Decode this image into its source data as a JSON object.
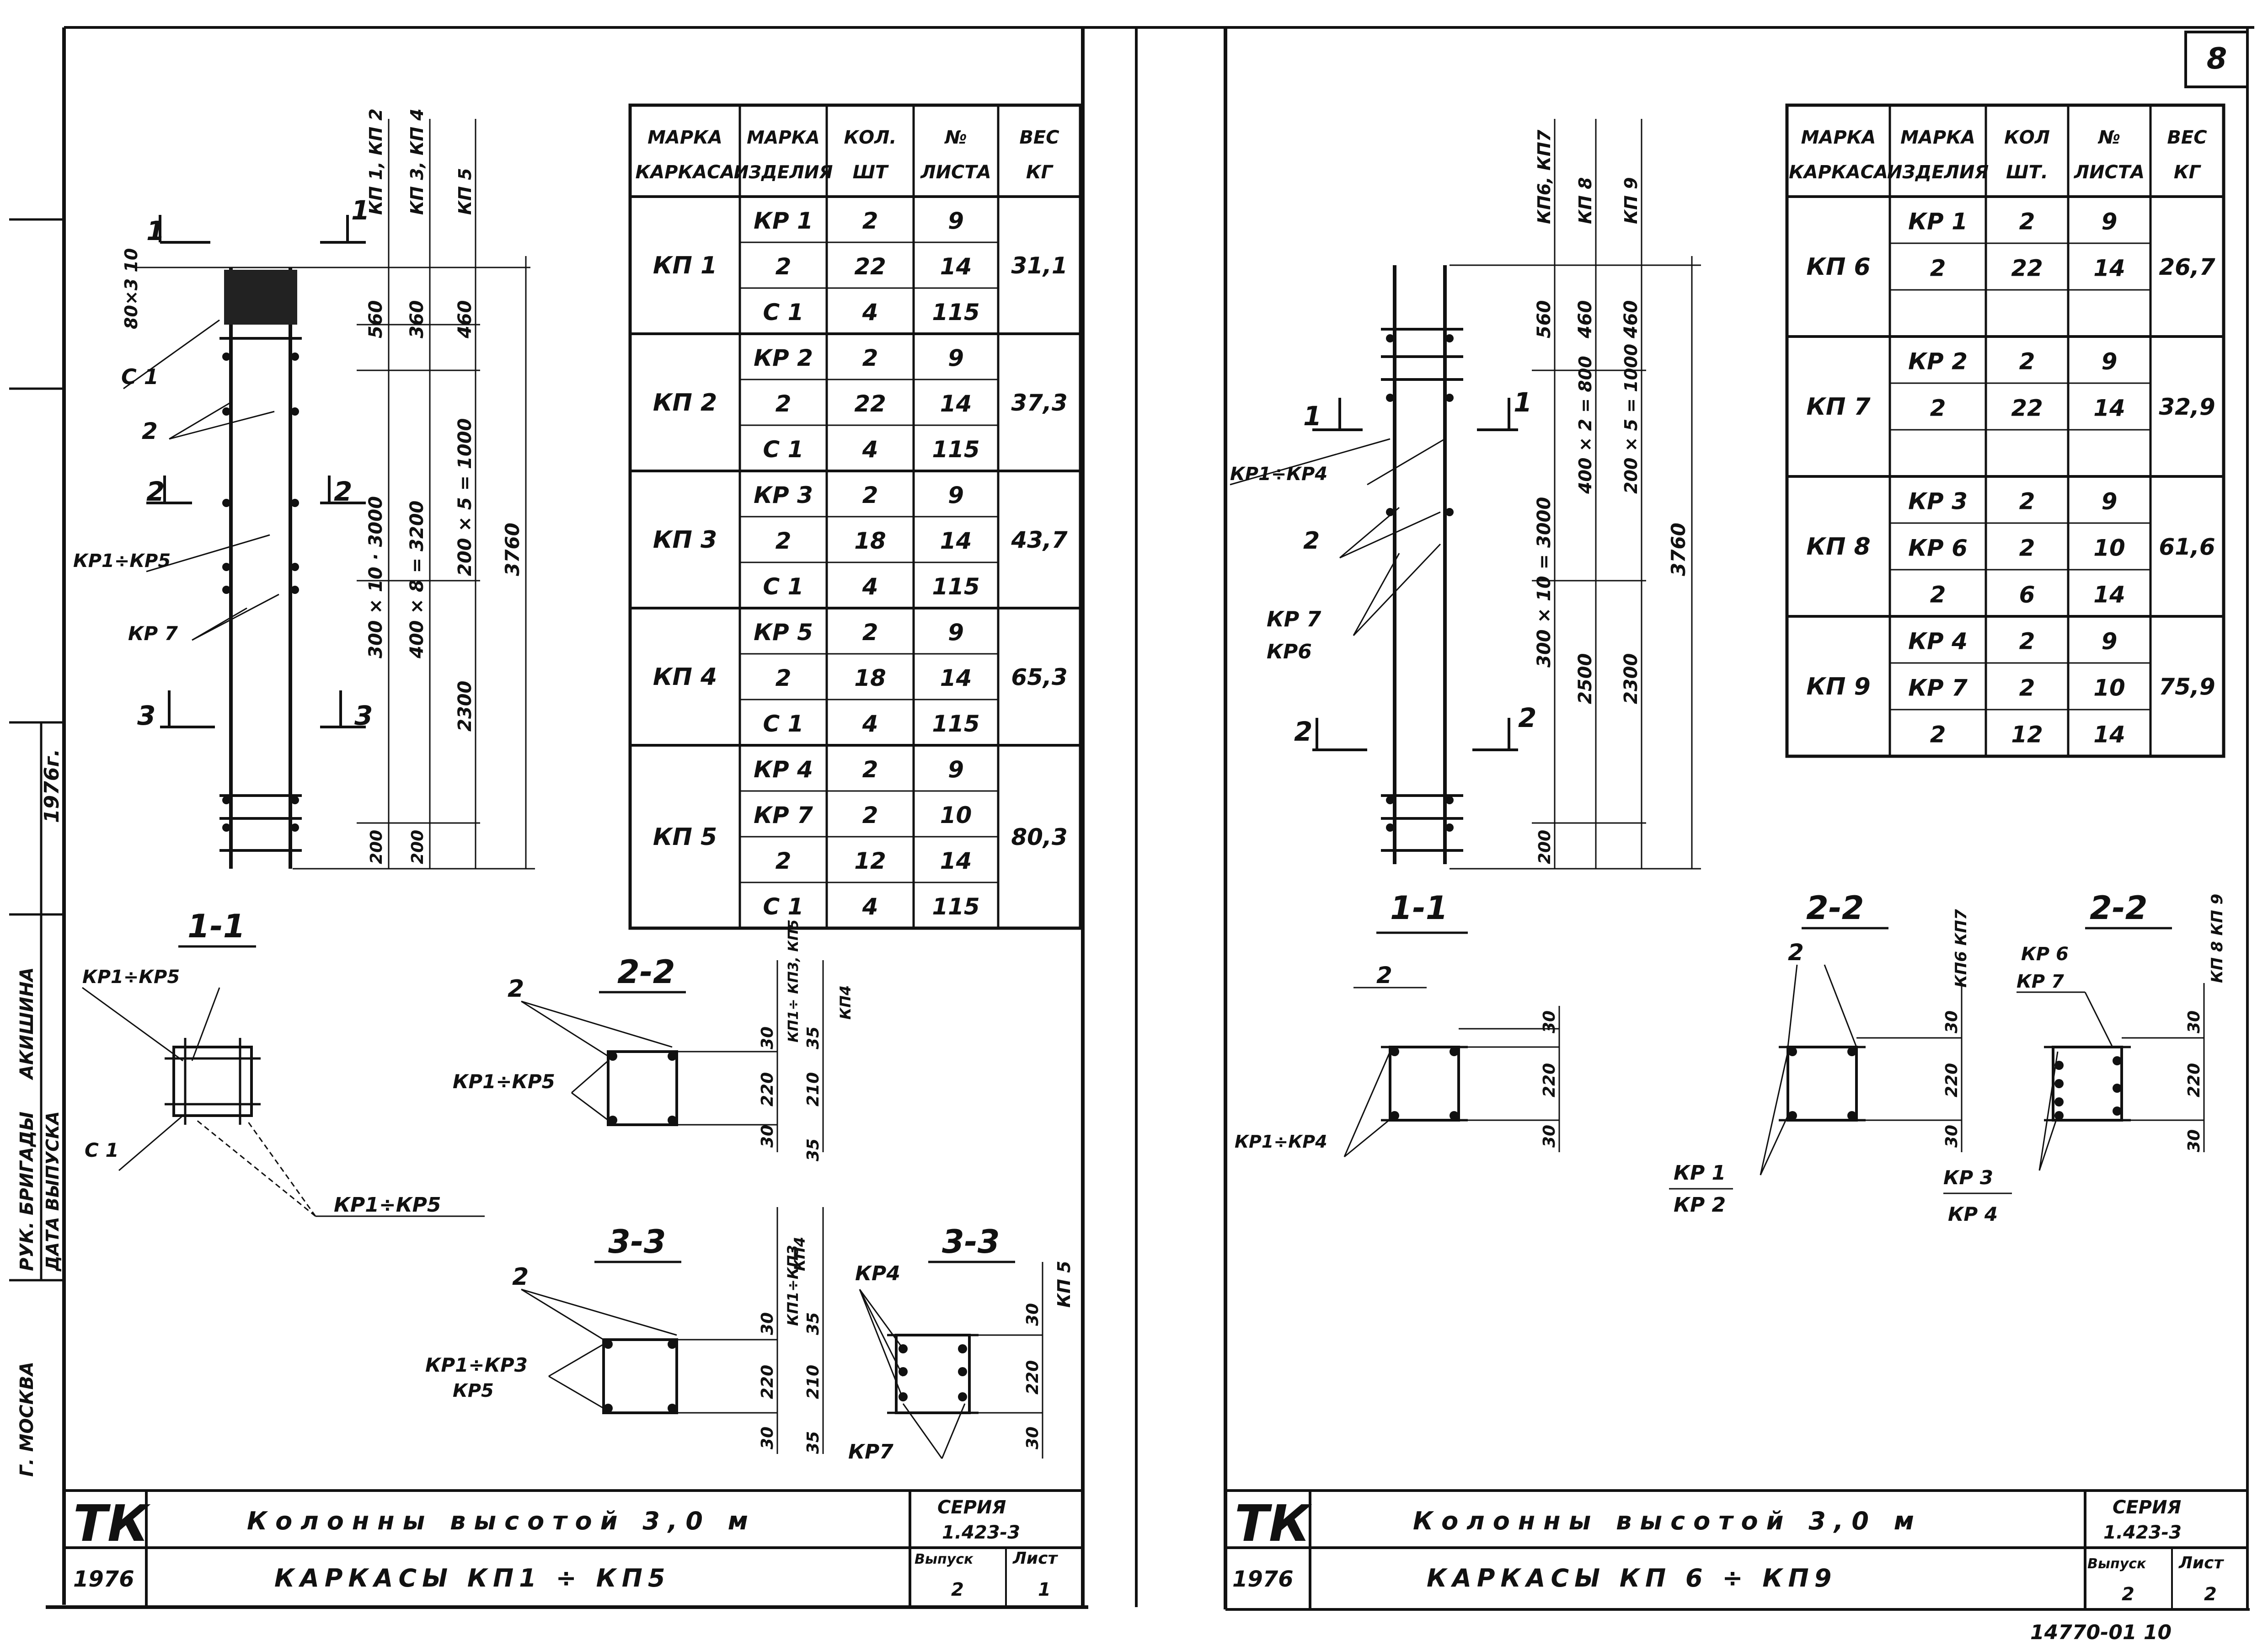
{
  "sheet_number": "8",
  "archive_number": "14770-01 10",
  "left_stamp": {
    "city": "Г. МОСКВА",
    "head_label": "РУК. БРИГАДЫ",
    "head_name": "АКИШИНА",
    "date_label": "ДАТА ВЫПУСКА",
    "date_value": "1976г."
  },
  "left_sheet": {
    "table": {
      "headers": [
        "МАРКА КАРКАСА",
        "МАРКА ИЗДЕЛИЯ",
        "КОЛ. ШТ",
        "№ ЛИСТА",
        "ВЕС КГ"
      ],
      "groups": [
        {
          "mark": "КП 1",
          "weight": "31,1",
          "rows": [
            [
              "КР 1",
              "2",
              "9"
            ],
            [
              "2",
              "22",
              "14"
            ],
            [
              "С 1",
              "4",
              "115"
            ]
          ]
        },
        {
          "mark": "КП 2",
          "weight": "37,3",
          "rows": [
            [
              "КР 2",
              "2",
              "9"
            ],
            [
              "2",
              "22",
              "14"
            ],
            [
              "С 1",
              "4",
              "115"
            ]
          ]
        },
        {
          "mark": "КП 3",
          "weight": "43,7",
          "rows": [
            [
              "КР 3",
              "2",
              "9"
            ],
            [
              "2",
              "18",
              "14"
            ],
            [
              "С 1",
              "4",
              "115"
            ]
          ]
        },
        {
          "mark": "КП 4",
          "weight": "65,3",
          "rows": [
            [
              "КР 5",
              "2",
              "9"
            ],
            [
              "2",
              "18",
              "14"
            ],
            [
              "С 1",
              "4",
              "115"
            ]
          ]
        },
        {
          "mark": "КП 5",
          "weight": "80,3",
          "rows": [
            [
              "КР 4",
              "2",
              "9"
            ],
            [
              "КР 7",
              "2",
              "10"
            ],
            [
              "2",
              "12",
              "14"
            ],
            [
              "С 1",
              "4",
              "115"
            ]
          ]
        }
      ]
    },
    "labels": {
      "c1": "С 1",
      "two": "2",
      "kr1_kr5": "КР1÷КР5",
      "kr7": "КР 7",
      "sec1": "1",
      "sec2": "2",
      "sec3": "3",
      "dim_80x3_10": "80×3 10",
      "dim_560": "560",
      "dim_360": "360",
      "dim_460": "460",
      "dim_300x10": "300 × 10 · 3000",
      "dim_400x8": "400 × 8 = 3200",
      "dim_200x5": "200 × 5 = 1000",
      "dim_3760": "3760",
      "dim_2300": "2300",
      "dim_200": "200",
      "col_kp1_kp2": "КП 1, КП 2",
      "col_kp3_kp4": "КП 3, КП 4",
      "col_kp5": "КП 5"
    },
    "section_1_1": {
      "title": "1-1",
      "kr_top": "КР1÷КР5",
      "c1": "С 1",
      "kr_bottom": "КР1÷КР5"
    },
    "section_2_2": {
      "title": "2-2",
      "two": "2",
      "kr": "КР1÷КР5",
      "d30": "30",
      "d220": "220",
      "d30b": "30",
      "d35": "35",
      "d210": "210",
      "d35b": "35",
      "kp_a": "КП1÷ КП3, КП5",
      "kp_b": "КП4"
    },
    "section_3_3_a": {
      "title": "3-3",
      "two": "2",
      "kr": "КР1÷КР3",
      "kr_b": "КР5",
      "d30": "30",
      "d220": "220",
      "d30b": "30",
      "d35": "35",
      "d210": "210",
      "d35b": "35",
      "kp_a": "КП1÷КП3",
      "kp_b": "КП4"
    },
    "section_3_3_b": {
      "title": "3-3",
      "kr4": "КР4",
      "kr7": "КР7",
      "d30": "30",
      "d220": "220",
      "d30b": "30",
      "kp": "КП 5"
    },
    "title_block": {
      "logo": "ТК",
      "title": "Колонны высотой 3,0 м",
      "subtitle": "КАРКАСЫ КП1 ÷ КП5",
      "year": "1976",
      "series_label": "СЕРИЯ",
      "series_value": "1.423-3",
      "issue_label": "Выпуск",
      "issue_value": "2",
      "sheet_label": "Лист",
      "sheet_value": "1"
    }
  },
  "right_sheet": {
    "table": {
      "headers": [
        "МАРКА КАРКАСА",
        "МАРКА ИЗДЕЛИЯ",
        "КОЛ ШТ.",
        "№ ЛИСТА",
        "ВЕС КГ"
      ],
      "groups": [
        {
          "mark": "КП 6",
          "weight": "26,7",
          "rows": [
            [
              "КР 1",
              "2",
              "9"
            ],
            [
              "2",
              "22",
              "14"
            ],
            [
              "",
              "",
              ""
            ]
          ]
        },
        {
          "mark": "КП 7",
          "weight": "32,9",
          "rows": [
            [
              "КР 2",
              "2",
              "9"
            ],
            [
              "2",
              "22",
              "14"
            ],
            [
              "",
              "",
              ""
            ]
          ]
        },
        {
          "mark": "КП 8",
          "weight": "61,6",
          "rows": [
            [
              "КР 3",
              "2",
              "9"
            ],
            [
              "КР 6",
              "2",
              "10"
            ],
            [
              "2",
              "6",
              "14"
            ]
          ]
        },
        {
          "mark": "КП 9",
          "weight": "75,9",
          "rows": [
            [
              "КР 4",
              "2",
              "9"
            ],
            [
              "КР 7",
              "2",
              "10"
            ],
            [
              "2",
              "12",
              "14"
            ]
          ]
        }
      ]
    },
    "labels": {
      "kr1_kr4": "КР1÷КР4",
      "two": "2",
      "kr7": "КР 7",
      "kr6": "КР6",
      "sec1": "1",
      "sec2": "2",
      "dim_560": "560",
      "dim_460": "460",
      "dim_460b": "460",
      "dim_300x10": "300 × 10 = 3000",
      "dim_400x2": "400 × 2 = 800",
      "dim_200x5": "200 × 5 = 1000",
      "dim_3760": "3760",
      "dim_2500": "2500",
      "dim_2300": "2300",
      "dim_200": "200",
      "col_kp6_kp7": "КП6, КП7",
      "col_kp8": "КП 8",
      "col_kp9": "КП 9"
    },
    "section_1_1": {
      "title": "1-1",
      "two": "2",
      "kr": "КР1÷КР4",
      "d30": "30",
      "d220": "220",
      "d30b": "30"
    },
    "section_2_2_a": {
      "title": "2-2",
      "two": "2",
      "kr1": "КР 1",
      "kr2": "КР 2",
      "d30": "30",
      "d220": "220",
      "d30b": "30",
      "kp": "КП6 КП7"
    },
    "section_2_2_b": {
      "title": "2-2",
      "kr6": "КР 6",
      "kr7": "КР 7",
      "kr3": "КР 3",
      "kr4": "КР 4",
      "d30": "30",
      "d220": "220",
      "d30b": "30",
      "kp": "КП 8 КП 9"
    },
    "title_block": {
      "logo": "ТК",
      "title": "Колонны высотой 3,0 м",
      "subtitle": "КАРКАСЫ КП 6 ÷ КП9",
      "year": "1976",
      "series_label": "СЕРИЯ",
      "series_value": "1.423-3",
      "issue_label": "Выпуск",
      "issue_value": "2",
      "sheet_label": "Лист",
      "sheet_value": "2"
    }
  }
}
